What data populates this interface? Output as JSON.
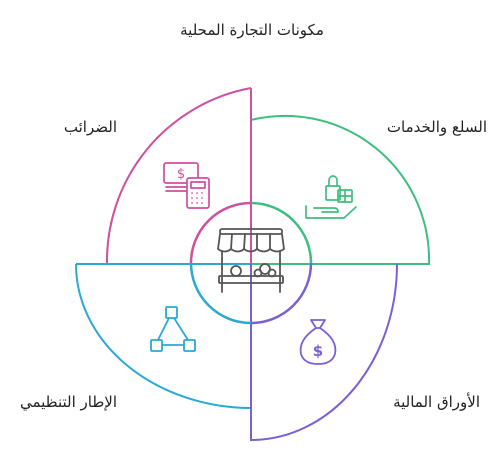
{
  "diagram": {
    "title": "مكونات التجارة المحلية",
    "center": {
      "icon": "market-stall-icon",
      "color": "#555555"
    },
    "quadrants": [
      {
        "key": "goods",
        "label": "السلع والخدمات",
        "icon": "gift-hand-icon",
        "color": "#3fbf7f"
      },
      {
        "key": "finance",
        "label": "الأوراق المالية",
        "icon": "money-bag-icon",
        "color": "#7b5fd6"
      },
      {
        "key": "regulatory",
        "label": "الإطار التنظيمي",
        "icon": "network-diagram-icon",
        "color": "#2aa8d6"
      },
      {
        "key": "taxes",
        "label": "الضرائب",
        "icon": "cash-calculator-icon",
        "color": "#cf4fa0"
      }
    ]
  }
}
